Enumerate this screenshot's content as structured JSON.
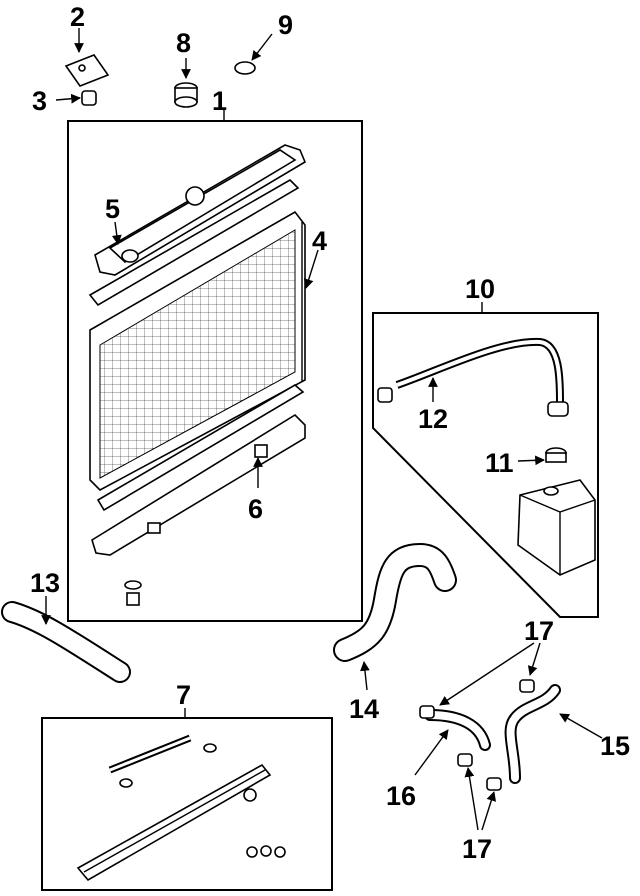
{
  "callouts": {
    "c1": "1",
    "c2": "2",
    "c3": "3",
    "c4": "4",
    "c5": "5",
    "c6": "6",
    "c7": "7",
    "c8": "8",
    "c9": "9",
    "c10": "10",
    "c11": "11",
    "c12": "12",
    "c13": "13",
    "c14": "14",
    "c15": "15",
    "c16": "16",
    "c17a": "17",
    "c17b": "17"
  },
  "icons": {
    "radiator": "radiator-assembly-icon",
    "tank": "coolant-reservoir-icon",
    "hose": "radiator-hose-icon",
    "bracket": "mounting-bracket-icon"
  }
}
